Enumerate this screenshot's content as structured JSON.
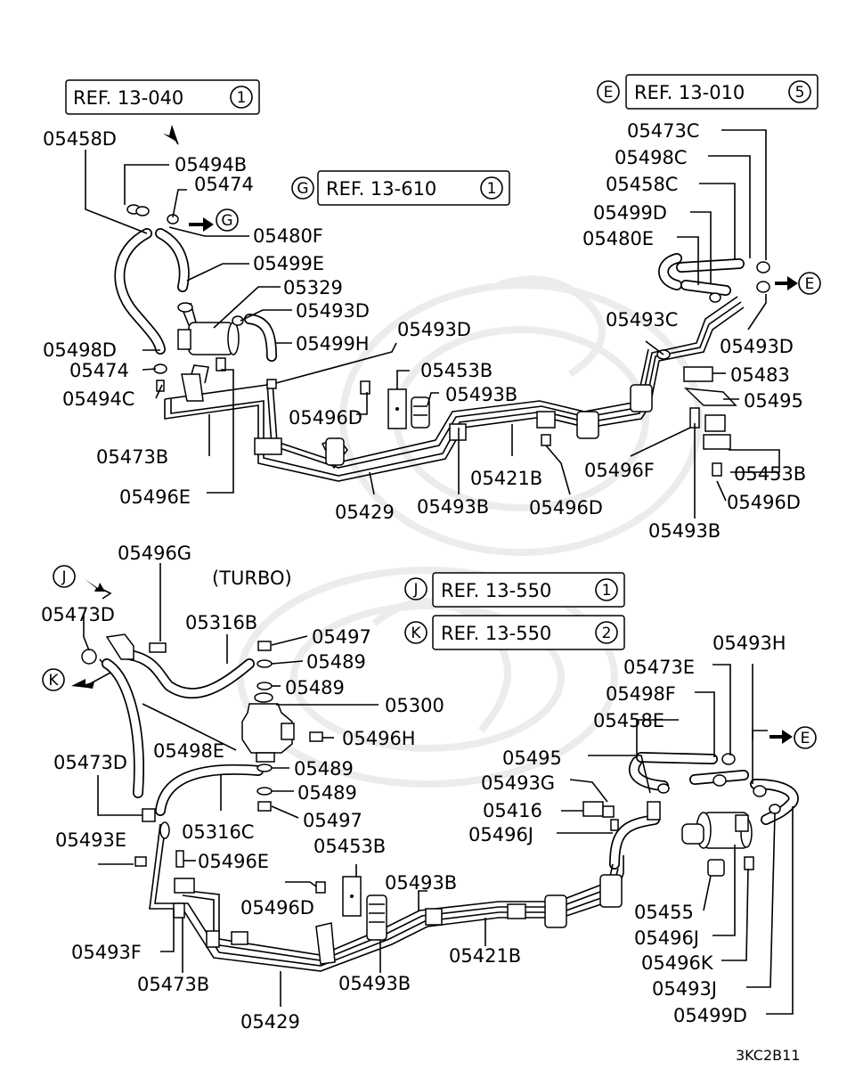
{
  "refs": {
    "top_left": {
      "label": "REF. 13-040",
      "num": "1"
    },
    "top_mid": {
      "letter": "G",
      "label": "REF. 13-610",
      "num": "1"
    },
    "top_right": {
      "letter": "E",
      "label": "REF. 13-010",
      "num": "5"
    },
    "mid_j": {
      "letter": "J",
      "label": "REF. 13-550",
      "num": "1"
    },
    "mid_k": {
      "letter": "K",
      "label": "REF. 13-550",
      "num": "2"
    }
  },
  "markers": {
    "g": "G",
    "e_top": "E",
    "j": "J",
    "k": "K",
    "e_bottom": "E"
  },
  "turbo": "(TURBO)",
  "code": "3KC2B11",
  "labels": {
    "p05458D": "05458D",
    "p05494B": "05494B",
    "p05474a": "05474",
    "p05480F": "05480F",
    "p05499E": "05499E",
    "p05329": "05329",
    "p05493Da": "05493D",
    "p05499H": "05499H",
    "p05493Db": "05493D",
    "p05498D": "05498D",
    "p05474b": "05474",
    "p05494C": "05494C",
    "p05453Ba": "05453B",
    "p05493Ba": "05493B",
    "p05496Da": "05496D",
    "p05473Ba": "05473B",
    "p05421Ba": "05421B",
    "p05496Db": "05496D",
    "p05496E": "05496E",
    "p05429a": "05429",
    "p05493Bb": "05493B",
    "p05473C": "05473C",
    "p05498C": "05498C",
    "p05458C": "05458C",
    "p05499D": "05499D",
    "p05480E": "05480E",
    "p05493C": "05493C",
    "p05493Dc": "05493D",
    "p05483": "05483",
    "p05495a": "05495",
    "p05496F": "05496F",
    "p05453Bb": "05453B",
    "p05496Dc": "05496D",
    "p05493Bc": "05493B",
    "p05496G": "05496G",
    "p05473Da": "05473D",
    "p05316B": "05316B",
    "p05497a": "05497",
    "p05489a": "05489",
    "p05489b": "05489",
    "p05300": "05300",
    "p05496H": "05496H",
    "p05498E": "05498E",
    "p05473Db": "05473D",
    "p05489c": "05489",
    "p05489d": "05489",
    "p05497b": "05497",
    "p05316C": "05316C",
    "p05493E": "05493E",
    "p05496Ea": "05496E",
    "p05453Bc": "05453B",
    "p05496Dd": "05496D",
    "p05493Bd": "05493B",
    "p05493F": "05493F",
    "p05473Bb": "05473B",
    "p05493Be": "05493B",
    "p05429b": "05429",
    "p05421Bb": "05421B",
    "p05493H": "05493H",
    "p05473E": "05473E",
    "p05498F": "05498F",
    "p05458E": "05458E",
    "p05495b": "05495",
    "p05493G": "05493G",
    "p05416": "05416",
    "p05496Ja": "05496J",
    "p05455": "05455",
    "p05496Jb": "05496J",
    "p05496K": "05496K",
    "p05493J": "05493J",
    "p05499Db": "05499D"
  }
}
